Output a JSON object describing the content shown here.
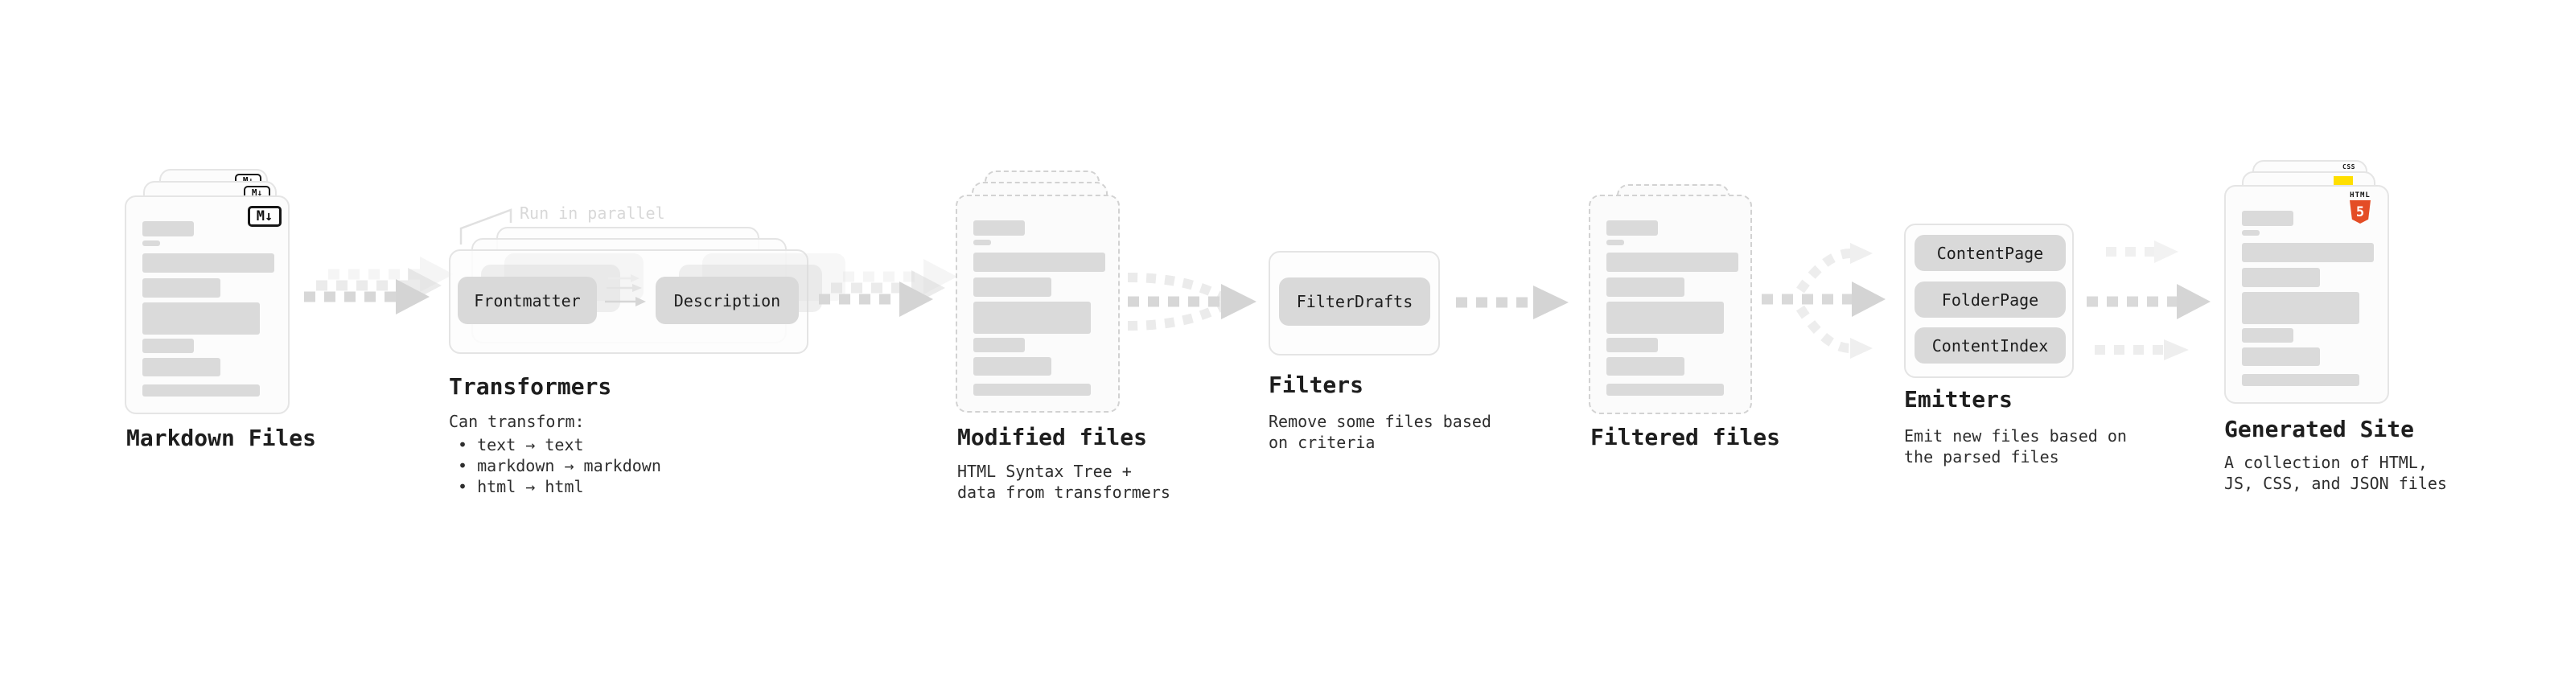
{
  "colors": {
    "html5_orange": "#e44d26",
    "js_yellow": "#ffdf00",
    "css_blue": "#2862e9",
    "pill_gray": "#d9d9d9",
    "bar_gray": "#dadada"
  },
  "stages": {
    "markdown_files": {
      "title": "Markdown Files",
      "badge": "M↓"
    },
    "transformers": {
      "title": "Transformers",
      "note": "Run in parallel",
      "pill_left": "Frontmatter",
      "pill_right": "Description",
      "desc_heading": "Can transform:",
      "bullets": [
        "• text → text",
        "• markdown → markdown",
        "• html → html"
      ]
    },
    "modified_files": {
      "title": "Modified files",
      "desc_lines": [
        "HTML Syntax Tree +",
        "data from transformers"
      ]
    },
    "filters": {
      "title": "Filters",
      "pill": "FilterDrafts",
      "desc_lines": [
        "Remove some files based",
        "on criteria"
      ]
    },
    "filtered_files": {
      "title": "Filtered files"
    },
    "emitters": {
      "title": "Emitters",
      "pills": [
        "ContentPage",
        "FolderPage",
        "ContentIndex"
      ],
      "desc_lines": [
        "Emit new files based on",
        "the parsed files"
      ]
    },
    "generated_site": {
      "title": "Generated Site",
      "html_badge_word": "HTML",
      "html_badge_number": "5",
      "css_badge": "CSS",
      "desc_lines": [
        "A collection of HTML,",
        "JS, CSS, and JSON files"
      ]
    }
  }
}
